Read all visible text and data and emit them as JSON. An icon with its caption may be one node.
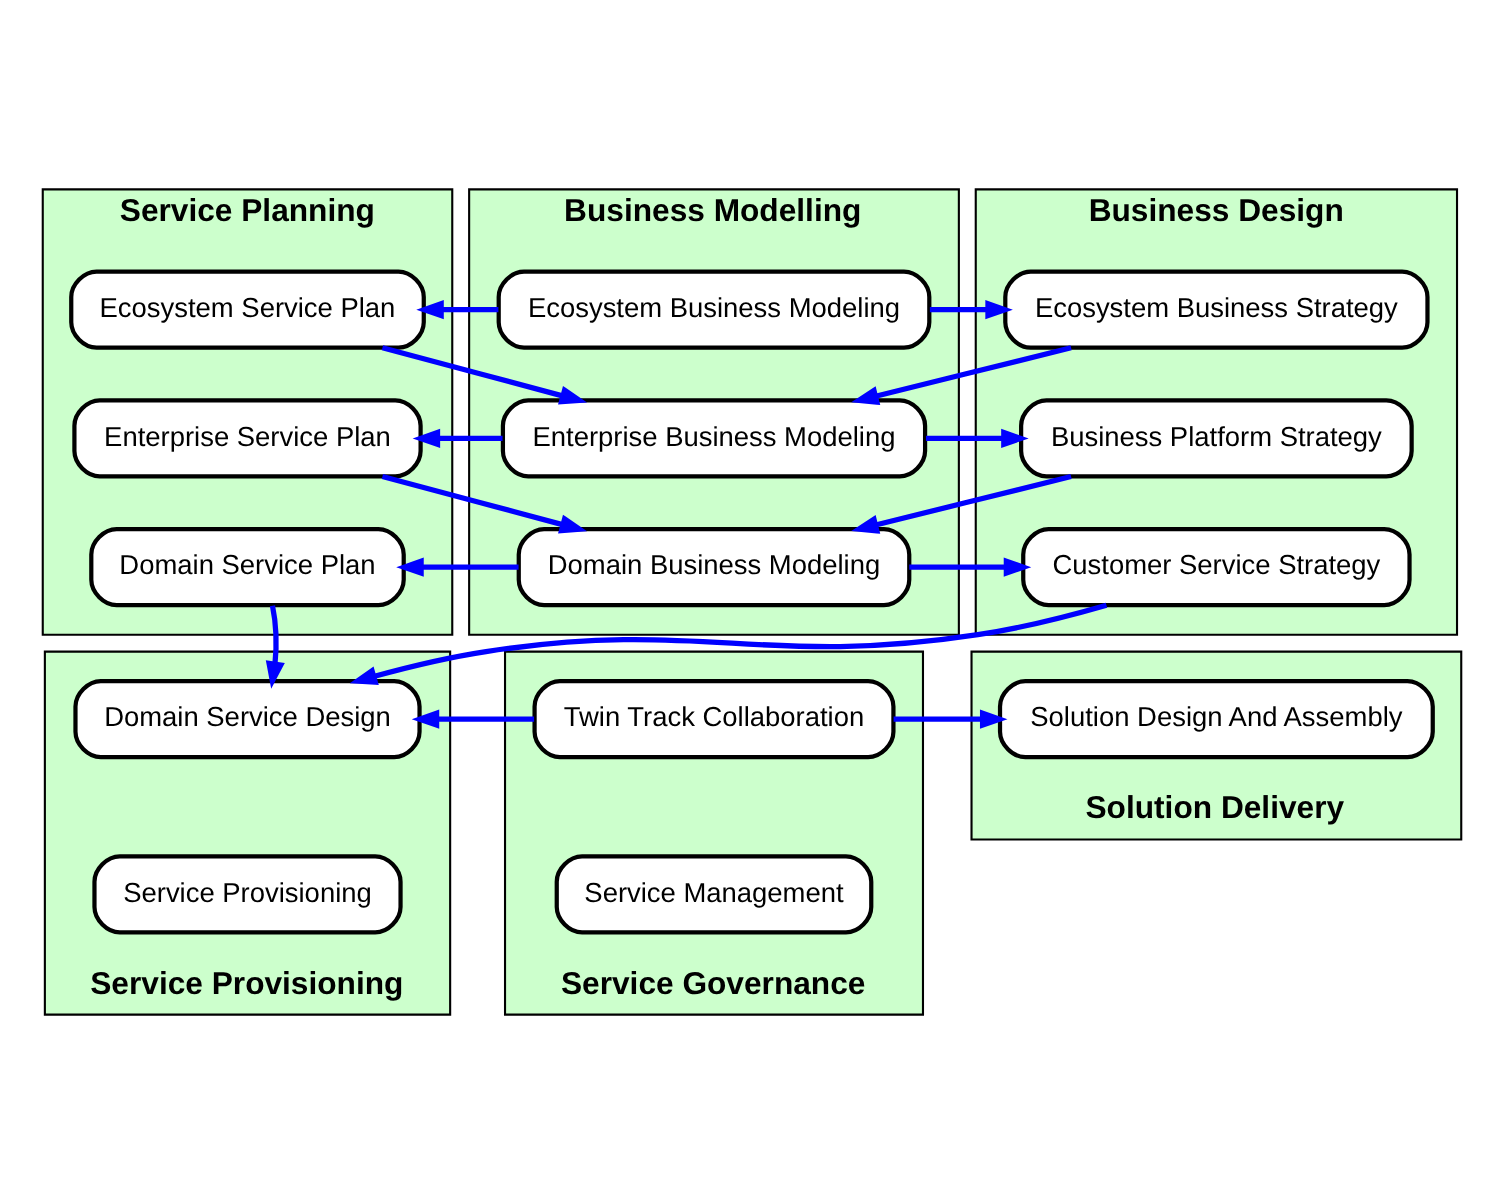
{
  "diagram": {
    "nodes": [
      {
        "text": [
          "Service Planning"
        ]
      },
      {
        "text": [
          "Ecosystem Service Plan"
        ],
        "in": 0
      },
      {
        "text": [
          "Enterprise Service Plan"
        ],
        "in": 0
      },
      {
        "text": [
          "Domain Service Plan"
        ],
        "in": 0
      },
      {
        "text": [
          "Business Modelling"
        ]
      },
      {
        "text": [
          "Ecosystem Business Modeling"
        ],
        "in": 4
      },
      {
        "text": [
          "Enterprise Business Modeling"
        ],
        "in": 4
      },
      {
        "text": [
          "Domain Business Modeling"
        ],
        "in": 4
      },
      {
        "text": [
          "Business Design"
        ]
      },
      {
        "text": [
          "Ecosystem Business Strategy"
        ],
        "in": 8
      },
      {
        "text": [
          "Business Platform Strategy"
        ],
        "in": 8
      },
      {
        "text": [
          "Customer Service Strategy"
        ],
        "in": 8
      },
      {
        "text": [
          "Service Provisioning"
        ]
      },
      {
        "text": [
          "Domain Service Design"
        ],
        "in": 12
      },
      {
        "text": [
          "Service Provisioning"
        ],
        "in": 12
      },
      {
        "text": [
          "Service Governance"
        ]
      },
      {
        "text": [
          "Twin Track Collaboration"
        ],
        "in": 15
      },
      {
        "text": [
          "Service Management"
        ],
        "in": 15
      },
      {
        "text": [
          "Solution Delivery"
        ]
      },
      {
        "text": [
          "Solution Design And Assembly"
        ],
        "in": 18
      }
    ],
    "edges": [
      {
        "from": 5,
        "to": 1,
        "arrow": "to"
      },
      {
        "from": 5,
        "to": 9,
        "arrow": "to"
      },
      {
        "from": 1,
        "to": 6,
        "arrow": "to"
      },
      {
        "from": 9,
        "to": 6,
        "arrow": "to"
      },
      {
        "from": 6,
        "to": 2,
        "arrow": "to"
      },
      {
        "from": 6,
        "to": 10,
        "arrow": "to"
      },
      {
        "from": 2,
        "to": 7,
        "arrow": "to"
      },
      {
        "from": 10,
        "to": 7,
        "arrow": "to"
      },
      {
        "from": 7,
        "to": 3,
        "arrow": "to"
      },
      {
        "from": 7,
        "to": 11,
        "arrow": "to"
      },
      {
        "from": 3,
        "to": 13,
        "arrow": "to"
      },
      {
        "from": 11,
        "to": 13,
        "arrow": "to"
      },
      {
        "from": 16,
        "to": 13,
        "arrow": "to"
      },
      {
        "from": 16,
        "to": 19,
        "arrow": "to"
      }
    ]
  }
}
